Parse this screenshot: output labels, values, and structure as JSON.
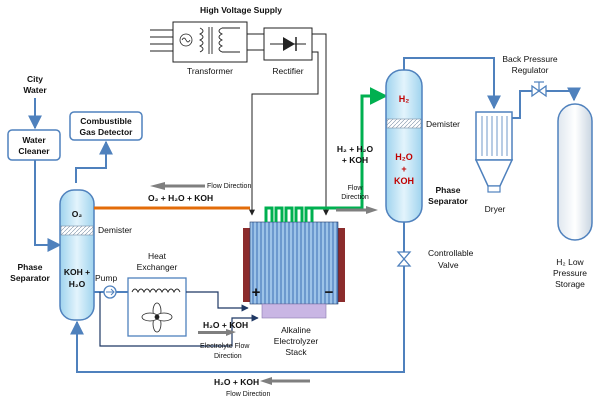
{
  "labels": {
    "high_voltage_supply": "High Voltage Supply",
    "transformer": "Transformer",
    "rectifier": "Rectifier",
    "city_water_1": "City",
    "city_water_2": "Water",
    "water_cleaner_1": "Water",
    "water_cleaner_2": "Cleaner",
    "gas_detector_1": "Combustible",
    "gas_detector_2": "Gas Detector",
    "flow_direction": "Flow Direction",
    "o2_flow_text": "O₂ + H₂O + KOH",
    "left_sep_top": "O₂",
    "demister": "Demister",
    "left_sep_bottom_1": "KOH +",
    "left_sep_bottom_2": "H₂O",
    "phase_separator_1": "Phase",
    "phase_separator_2": "Separator",
    "pump": "Pump",
    "heat_exchanger_1": "Heat",
    "heat_exchanger_2": "Exchanger",
    "h2o_koh": "H₂O + KOH",
    "electrolyte_flow_1": "Electrolyte Flow",
    "electrolyte_flow_2": "Direction",
    "stack_1": "Alkaline",
    "stack_2": "Electrolyzer",
    "stack_3": "Stack",
    "plus": "+",
    "minus": "−",
    "h2_flow_1": "H₂ + H₂O",
    "h2_flow_2": "+ KOH",
    "flow_dir_1": "Flow",
    "flow_dir_2": "Direction",
    "right_sep_top": "H₂",
    "right_sep_mid_1": "H₂O",
    "right_sep_mid_2": "+",
    "right_sep_mid_3": "KOH",
    "controllable_valve_1": "Controllable",
    "controllable_valve_2": "Valve",
    "dryer": "Dryer",
    "back_pressure_1": "Back Pressure",
    "back_pressure_2": "Regulator",
    "storage_1": "H₂ Low",
    "storage_2": "Pressure",
    "storage_3": "Storage",
    "bottom_flow_text": "H₂O + KOH",
    "bottom_flow_dir": "Flow Direction"
  },
  "colors": {
    "pipe_blue": "#4f81bd",
    "pipe_orange": "#e36c09",
    "pipe_green": "#00b050",
    "vessel_fill": "#bfe4f5",
    "stack_frame": "#8b2c2c",
    "arrow_gray": "#7f7f7f"
  }
}
